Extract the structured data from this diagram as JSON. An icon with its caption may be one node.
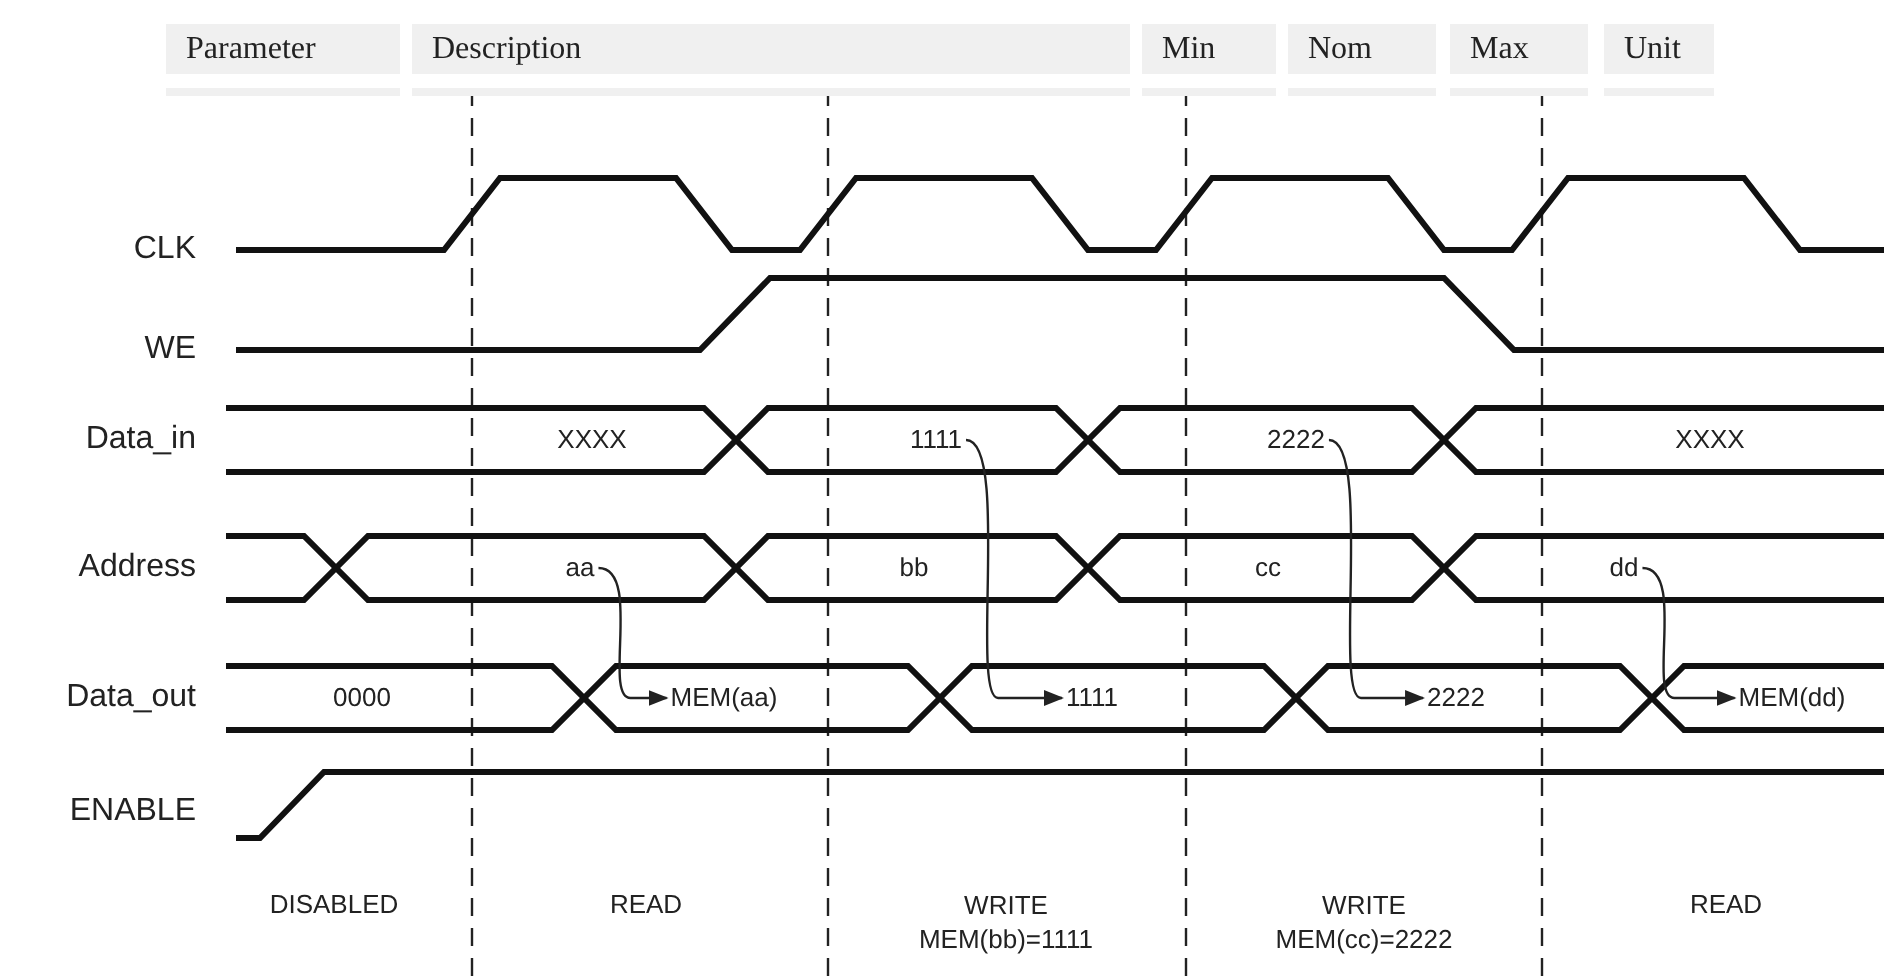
{
  "diagram": {
    "nodes": [
      {
        "text": [
          "aa"
        ]
      },
      {
        "text": [
          "MEM(aa)"
        ]
      },
      {
        "text": [
          "1111"
        ]
      },
      {
        "text": [
          "1111"
        ]
      },
      {
        "text": [
          "2222"
        ]
      },
      {
        "text": [
          "2222"
        ]
      },
      {
        "text": [
          "dd"
        ]
      },
      {
        "text": [
          "MEM(dd)"
        ]
      }
    ],
    "edges": [
      {
        "from": 0,
        "to": 1,
        "arrow": "to"
      },
      {
        "from": 2,
        "to": 3,
        "arrow": "to"
      },
      {
        "from": 4,
        "to": 5,
        "arrow": "to"
      },
      {
        "from": 6,
        "to": 7,
        "arrow": "to"
      }
    ],
    "labels": [
      "Parameter",
      "Description",
      "Min",
      "Nom",
      "Max",
      "Unit",
      "CLK",
      "WE",
      "Data_in",
      "XXXX",
      "XXXX",
      "Address",
      "bb",
      "cc",
      "Data_out",
      "0000",
      "ENABLE",
      "DISABLED",
      "READ",
      "WRITE MEM(bb)=1111",
      "WRITE MEM(cc)=2222",
      "READ"
    ]
  }
}
